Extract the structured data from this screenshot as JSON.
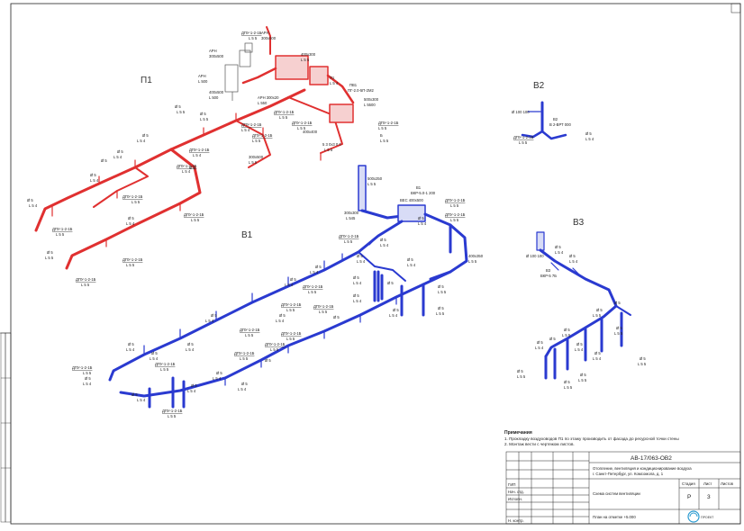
{
  "systems": {
    "p1": "П1",
    "v1": "В1",
    "v2": "В2",
    "v3": "В3"
  },
  "notes": {
    "heading": "Примечания",
    "line1": "1. Прокладку воздуховодов П1 по этажу производить от фасада до ресурсной точки стены",
    "line2": "2. Монтаж вести с чертежом листов."
  },
  "titleblock": {
    "code": "АВ-17/063-ОВ2",
    "project": "Отопление, вентиляция и кондиционирование воздуха",
    "address": "г. Санкт-Петербург, ул. Комсомола, д. 1",
    "sheet_title": "Схема систем вентиляции",
    "plan": "План на отметке +5.000",
    "stage_h": "Стадия",
    "sheet_h": "Лист",
    "sheets_h": "Листов",
    "stage": "Р",
    "sheet": "3",
    "role1": "ГИП",
    "role2": "Нач. отд.",
    "role3": "Исполн.",
    "role4": "Н. контр.",
    "company": "ПРОЕКТ"
  },
  "colors": {
    "supply": "#e03030",
    "exhaust": "#2a3ad0",
    "line": "#222222"
  }
}
